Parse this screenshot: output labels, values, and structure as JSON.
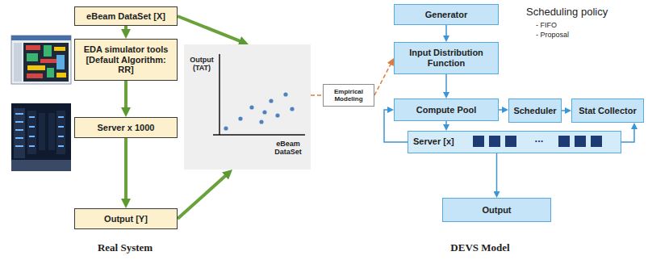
{
  "diagram": {
    "nodes": [
      {
        "text": [
          "eBeam DataSet [X]"
        ]
      },
      {
        "text": [
          "EDA simulator tools [Default Algorithm: RR]"
        ]
      },
      {
        "text": [
          "Server x 1000"
        ]
      },
      {
        "text": [
          "Output [Y]"
        ]
      },
      {
        "text": [
          "Output (TAT)",
          "eBeam DataSet"
        ]
      },
      {
        "text": [
          "Empirical Modeling"
        ]
      },
      {
        "text": [
          "Generator"
        ]
      },
      {
        "text": [
          "Input Distribution Function"
        ]
      },
      {
        "text": [
          "Compute Pool"
        ]
      },
      {
        "text": [
          "Scheduler"
        ]
      },
      {
        "text": [
          "Stat Collector"
        ]
      },
      {
        "text": [
          "Server [x]",
          "..."
        ]
      },
      {
        "text": [
          "Output"
        ]
      }
    ],
    "edges": [
      {
        "from": 0,
        "to": 1,
        "arrow": "to"
      },
      {
        "from": 1,
        "to": 2,
        "arrow": "to"
      },
      {
        "from": 2,
        "to": 3,
        "arrow": "to"
      },
      {
        "from": 0,
        "to": 4,
        "arrow": "to"
      },
      {
        "from": 3,
        "to": 4,
        "arrow": "to"
      },
      {
        "from": 4,
        "to": 5,
        "arrow": "none"
      },
      {
        "from": 5,
        "to": 7,
        "arrow": "to"
      },
      {
        "from": 6,
        "to": 7,
        "arrow": "to"
      },
      {
        "from": 7,
        "to": 8,
        "arrow": "to"
      },
      {
        "from": 8,
        "to": 9,
        "arrow": "to"
      },
      {
        "from": 9,
        "to": 10,
        "arrow": "to"
      },
      {
        "from": 8,
        "to": 11,
        "arrow": "to"
      },
      {
        "from": 11,
        "to": 8,
        "arrow": "to"
      },
      {
        "from": 11,
        "to": 10,
        "arrow": "to"
      },
      {
        "from": 11,
        "to": 12,
        "arrow": "to"
      }
    ],
    "labels": [
      "Scheduling policy",
      "- FIFO",
      "- Proposal",
      "Real System",
      "DEVS Model"
    ]
  }
}
